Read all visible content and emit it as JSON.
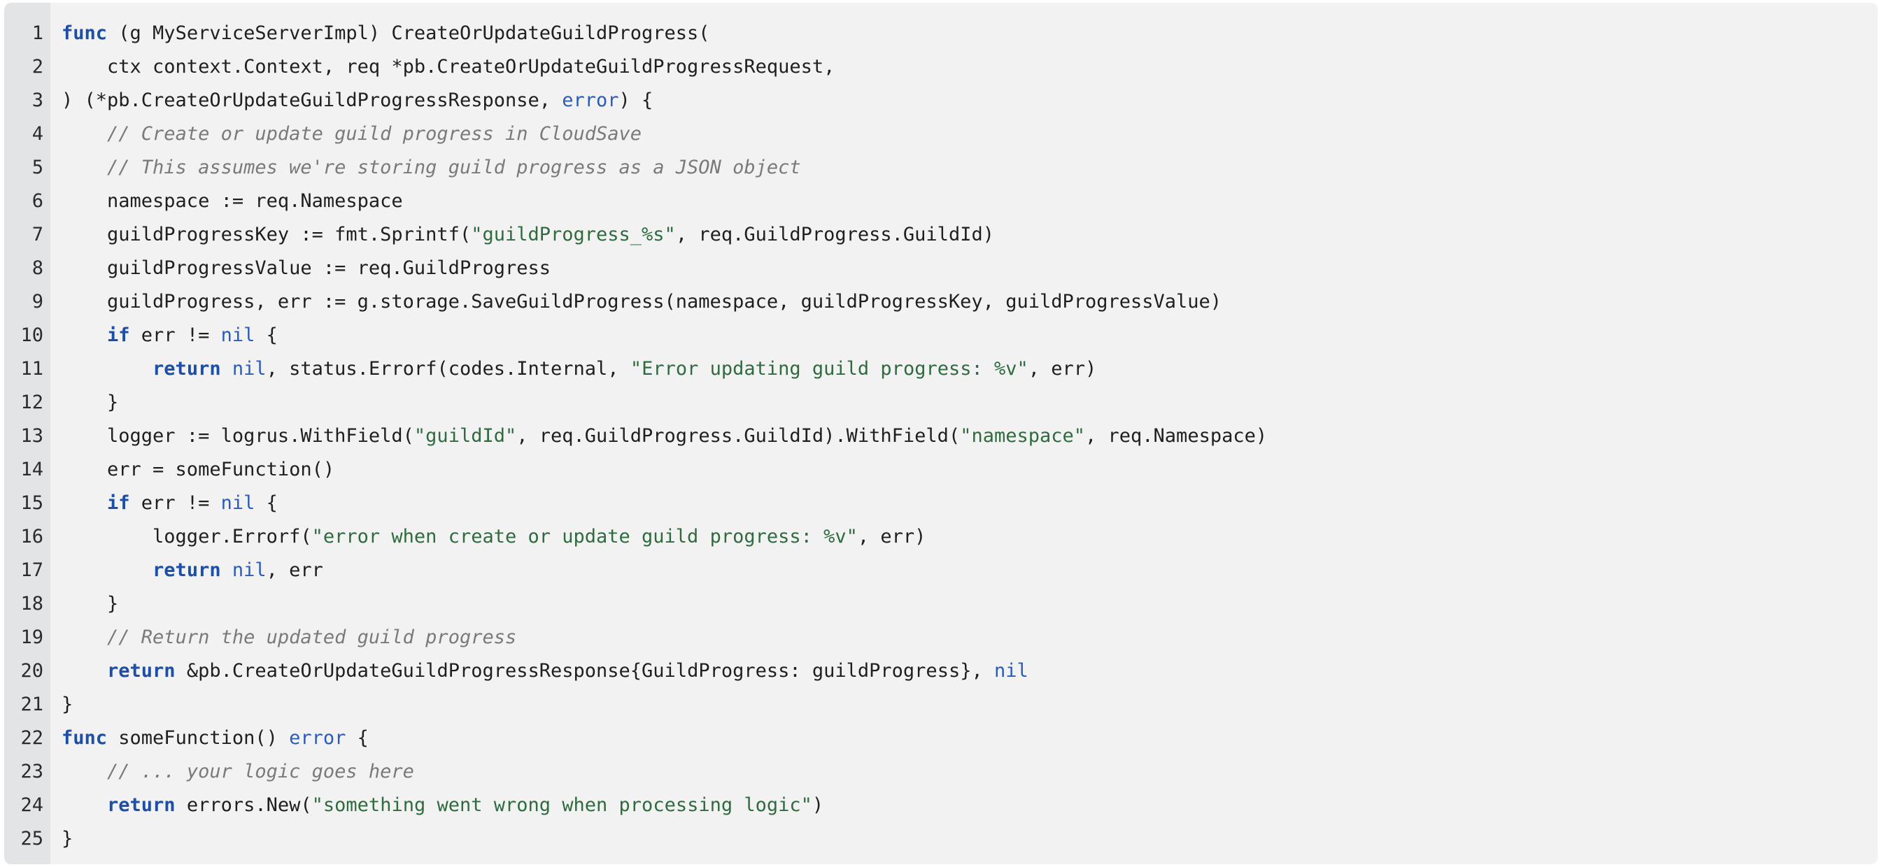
{
  "code": {
    "language": "Go",
    "colors": {
      "background": "#f2f2f2",
      "gutter": "#e3e4e6",
      "keyword": "#1e4fa8",
      "builtin": "#2b5cb8",
      "string": "#2f6b3f",
      "comment": "#7a7a7a",
      "text": "#1f1f1f"
    },
    "lines": [
      {
        "n": "1",
        "tokens": [
          [
            "kw",
            "func"
          ],
          [
            "p",
            " (g MyServiceServerImpl) CreateOrUpdateGuildProgress("
          ]
        ]
      },
      {
        "n": "2",
        "tokens": [
          [
            "p",
            "    ctx context.Context, req *pb.CreateOrUpdateGuildProgressRequest,"
          ]
        ]
      },
      {
        "n": "3",
        "tokens": [
          [
            "p",
            ") (*pb.CreateOrUpdateGuildProgressResponse, "
          ],
          [
            "bi",
            "error"
          ],
          [
            "p",
            ") {"
          ]
        ]
      },
      {
        "n": "4",
        "tokens": [
          [
            "p",
            "    "
          ],
          [
            "com",
            "// Create or update guild progress in CloudSave"
          ]
        ]
      },
      {
        "n": "5",
        "tokens": [
          [
            "p",
            "    "
          ],
          [
            "com",
            "// This assumes we're storing guild progress as a JSON object"
          ]
        ]
      },
      {
        "n": "6",
        "tokens": [
          [
            "p",
            "    namespace := req.Namespace"
          ]
        ]
      },
      {
        "n": "7",
        "tokens": [
          [
            "p",
            "    guildProgressKey := fmt.Sprintf("
          ],
          [
            "str",
            "\"guildProgress_%s\""
          ],
          [
            "p",
            ", req.GuildProgress.GuildId)"
          ]
        ]
      },
      {
        "n": "8",
        "tokens": [
          [
            "p",
            "    guildProgressValue := req.GuildProgress"
          ]
        ]
      },
      {
        "n": "9",
        "tokens": [
          [
            "p",
            "    guildProgress, err := g.storage.SaveGuildProgress(namespace, guildProgressKey, guildProgressValue)"
          ]
        ]
      },
      {
        "n": "10",
        "tokens": [
          [
            "p",
            "    "
          ],
          [
            "kw",
            "if"
          ],
          [
            "p",
            " err != "
          ],
          [
            "bi",
            "nil"
          ],
          [
            "p",
            " {"
          ]
        ]
      },
      {
        "n": "11",
        "tokens": [
          [
            "p",
            "        "
          ],
          [
            "kw",
            "return"
          ],
          [
            "p",
            " "
          ],
          [
            "bi",
            "nil"
          ],
          [
            "p",
            ", status.Errorf(codes.Internal, "
          ],
          [
            "str",
            "\"Error updating guild progress: %v\""
          ],
          [
            "p",
            ", err)"
          ]
        ]
      },
      {
        "n": "12",
        "tokens": [
          [
            "p",
            "    }"
          ]
        ]
      },
      {
        "n": "13",
        "tokens": [
          [
            "p",
            "    logger := logrus.WithField("
          ],
          [
            "str",
            "\"guildId\""
          ],
          [
            "p",
            ", req.GuildProgress.GuildId).WithField("
          ],
          [
            "str",
            "\"namespace\""
          ],
          [
            "p",
            ", req.Namespace)"
          ]
        ]
      },
      {
        "n": "14",
        "tokens": [
          [
            "p",
            "    err = someFunction()"
          ]
        ]
      },
      {
        "n": "15",
        "tokens": [
          [
            "p",
            "    "
          ],
          [
            "kw",
            "if"
          ],
          [
            "p",
            " err != "
          ],
          [
            "bi",
            "nil"
          ],
          [
            "p",
            " {"
          ]
        ]
      },
      {
        "n": "16",
        "tokens": [
          [
            "p",
            "        logger.Errorf("
          ],
          [
            "str",
            "\"error when create or update guild progress: %v\""
          ],
          [
            "p",
            ", err)"
          ]
        ]
      },
      {
        "n": "17",
        "tokens": [
          [
            "p",
            "        "
          ],
          [
            "kw",
            "return"
          ],
          [
            "p",
            " "
          ],
          [
            "bi",
            "nil"
          ],
          [
            "p",
            ", err"
          ]
        ]
      },
      {
        "n": "18",
        "tokens": [
          [
            "p",
            "    }"
          ]
        ]
      },
      {
        "n": "19",
        "tokens": [
          [
            "p",
            "    "
          ],
          [
            "com",
            "// Return the updated guild progress"
          ]
        ]
      },
      {
        "n": "20",
        "tokens": [
          [
            "p",
            "    "
          ],
          [
            "kw",
            "return"
          ],
          [
            "p",
            " &pb.CreateOrUpdateGuildProgressResponse{GuildProgress: guildProgress}, "
          ],
          [
            "bi",
            "nil"
          ]
        ]
      },
      {
        "n": "21",
        "tokens": [
          [
            "p",
            "}"
          ]
        ]
      },
      {
        "n": "22",
        "tokens": [
          [
            "kw",
            "func"
          ],
          [
            "p",
            " someFunction() "
          ],
          [
            "bi",
            "error"
          ],
          [
            "p",
            " {"
          ]
        ]
      },
      {
        "n": "23",
        "tokens": [
          [
            "p",
            "    "
          ],
          [
            "com",
            "// ... your logic goes here"
          ]
        ]
      },
      {
        "n": "24",
        "tokens": [
          [
            "p",
            "    "
          ],
          [
            "kw",
            "return"
          ],
          [
            "p",
            " errors.New("
          ],
          [
            "str",
            "\"something went wrong when processing logic\""
          ],
          [
            "p",
            ")"
          ]
        ]
      },
      {
        "n": "25",
        "tokens": [
          [
            "p",
            "}"
          ]
        ]
      }
    ]
  }
}
